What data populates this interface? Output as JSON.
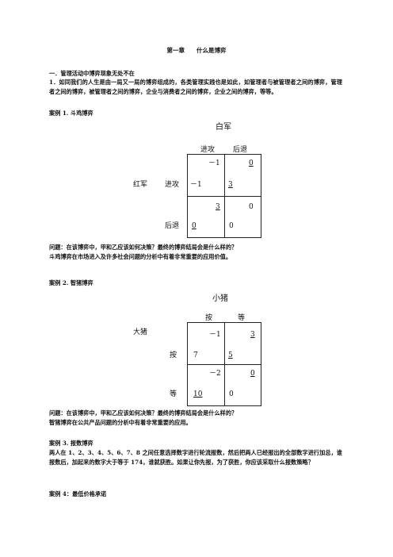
{
  "title": "第一章　　什么是博弈",
  "section1": {
    "heading": "一．管理活动中博弈现象无处不在",
    "para1": "1．如同我们的人生是由一局又一局的博弈组成的，各类管理实践也是如此，如管理者与被管理者之间的博弈，管理者之间的博弈，被管理者之间的博弈，企业与消费者之间的博弈，企业之间的博弈，等等。"
  },
  "case1": {
    "title": "案例 1. 斗鸡博弈",
    "col_player": "白军",
    "row_player": "红军",
    "col_strategies": [
      "进攻",
      "后退"
    ],
    "row_strategies": [
      "进攻",
      "后退"
    ],
    "cells": {
      "r0c0": {
        "col": "－1",
        "row": "－1"
      },
      "r0c1": {
        "col": "0",
        "row": "3"
      },
      "r1c0": {
        "col": "3",
        "row": "0"
      },
      "r1c1": {
        "col": "0",
        "row": "0"
      }
    },
    "question": "问题：在该博弈中，甲和乙应该如何决策？最终的博弈结局会是什么样的？",
    "note": "斗鸡博弈在市场进入及许多社会问题的分析中有着非常重要的应用价值。"
  },
  "case2": {
    "title": "案例 2. 智猪博弈",
    "col_player": "小猪",
    "row_player": "大猪",
    "col_strategies": [
      "按",
      "等"
    ],
    "row_strategies": [
      "按",
      "等"
    ],
    "cells": {
      "r0c0": {
        "col": "－1",
        "row": "7"
      },
      "r0c1": {
        "col": "3",
        "row": "5"
      },
      "r1c0": {
        "col": "－2",
        "row": "10"
      },
      "r1c1": {
        "col": "0",
        "row": "0"
      }
    },
    "question": "问题：在该博弈中，甲和乙应该如何决策？最终的博弈结局会是什么样的？",
    "note": "智猪博弈在公共产品问题的分析中有着非常重要的应用。"
  },
  "case3": {
    "title": "案例 3. 报数博弈",
    "para": "两人在 1、2、3、4、5、6、7、8 之间任意选择数字进行轮流报数，然后把两人已经报出的全部数字进行加总，谁报数后，加起来的数字大于等于 174，谁就获胜。如果让你先报，为了获胜，你应该采取什么报数策略？"
  },
  "case4": {
    "title": "案例 4：最低价格承诺"
  }
}
